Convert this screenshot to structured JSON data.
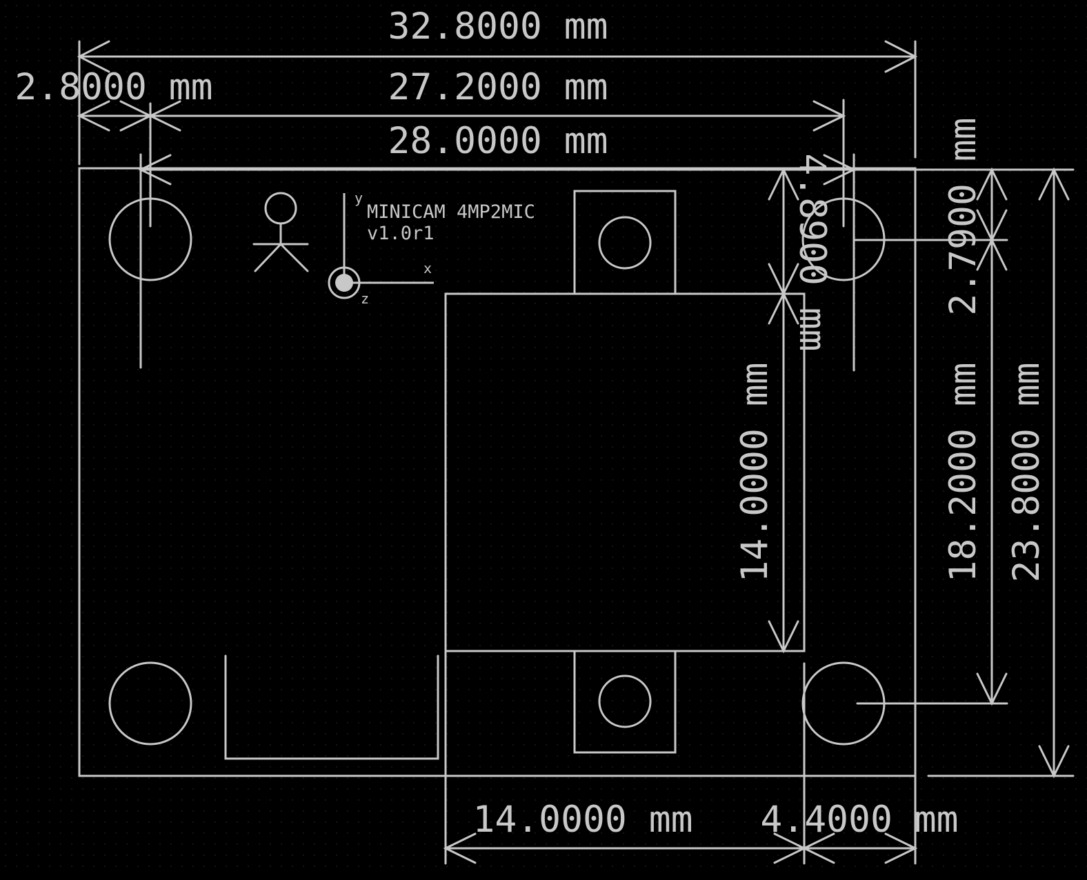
{
  "colors": {
    "background": "#000000",
    "stroke": "#c8c8c8",
    "grid_dot": "#242424"
  },
  "labels": {
    "silkscreen_line1": "MINICAM 4MP2MIC",
    "silkscreen_line2": "v1.0r1",
    "axis_x": "x",
    "axis_y": "y",
    "axis_z": "z"
  },
  "icons": {
    "person": "person-icon",
    "origin": "origin-marker-icon"
  },
  "dimensions": {
    "top_32_8": "32.8000 mm",
    "top_2_8": "2.8000 mm",
    "top_27_2": "27.2000 mm",
    "top_28_0": "28.0000 mm",
    "bottom_14_0": "14.0000 mm",
    "bottom_4_4": "4.4000 mm",
    "right_4_89": "4.8900 mm",
    "right_14_0": "14.0000 mm",
    "right_2_79": "2.7900 mm",
    "right_18_2": "18.2000 mm",
    "right_23_8": "23.8000 mm"
  }
}
